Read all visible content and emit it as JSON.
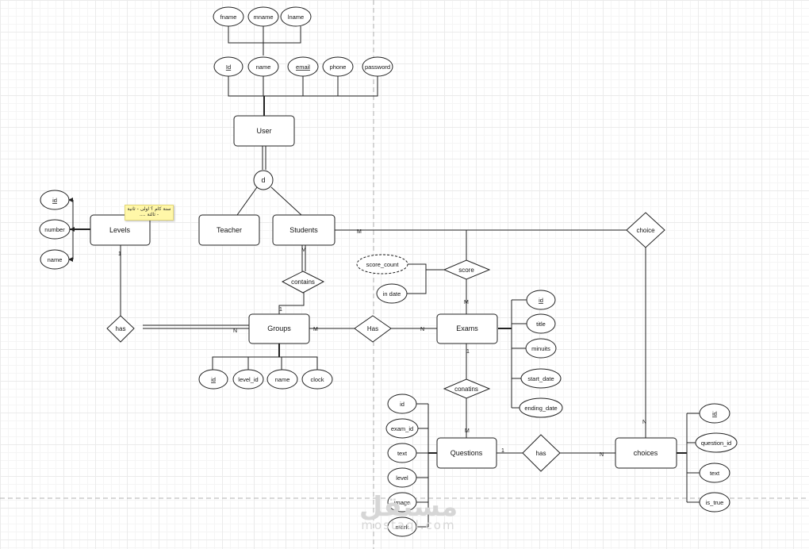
{
  "entities": {
    "user": "User",
    "teacher": "Teacher",
    "students": "Students",
    "levels": "Levels",
    "groups": "Groups",
    "exams": "Exams",
    "questions": "Questions",
    "choices": "choices"
  },
  "attributes": {
    "fname": "fname",
    "mname": "mname",
    "lname": "lname",
    "user_id": "Id",
    "user_name": "name",
    "email": "email",
    "phone": "phone",
    "password": "password",
    "level_id_key": "id",
    "level_number": "number",
    "level_name": "name",
    "group_id": "id",
    "group_level_id": "level_id",
    "group_name": "name",
    "group_clock": "clock",
    "score_count": "score_count",
    "in_date": "in date",
    "exam_id_key": "id",
    "exam_title": "title",
    "exam_minuits": "minuits",
    "exam_start_date": "start_date",
    "exam_ending_date": "ending_date",
    "q_id": "id",
    "q_exam_id": "exam_id",
    "q_text": "text",
    "q_level": "level",
    "q_image": "image",
    "q_mark": "mark",
    "c_id": "id",
    "c_question_id": "question_id",
    "c_text": "text",
    "c_is_true": "is_true"
  },
  "relationships": {
    "disjoint": "d",
    "levels_groups": "has",
    "students_groups": "contains",
    "groups_exams": "Has",
    "students_exams": "score",
    "exams_questions": "conatins",
    "questions_choices": "has",
    "students_choices": "choice"
  },
  "cardinalities": {
    "levels_side": "1",
    "groups_from_levels": "N",
    "students_side": "M",
    "groups_from_students": "1",
    "groups_to_exams": "M",
    "exams_from_groups": "N",
    "students_to_score": "M",
    "exams_from_score": "M",
    "exams_to_questions": "1",
    "questions_from_exams": "M",
    "questions_to_choices": "1",
    "choices_from_questions": "N",
    "students_to_choice": "M",
    "choices_from_choice": "N"
  },
  "note": {
    "line1": "سنة كام ؟ اولى - ثانية",
    "line2": "- ثالثة ...."
  },
  "watermark": {
    "arabic": "مستقل",
    "latin": "mostaql.com"
  },
  "colors": {
    "stroke": "#222222",
    "background": "#ffffff",
    "note_fill": "#fff7a8",
    "guide_line": "#aaaaaa"
  }
}
